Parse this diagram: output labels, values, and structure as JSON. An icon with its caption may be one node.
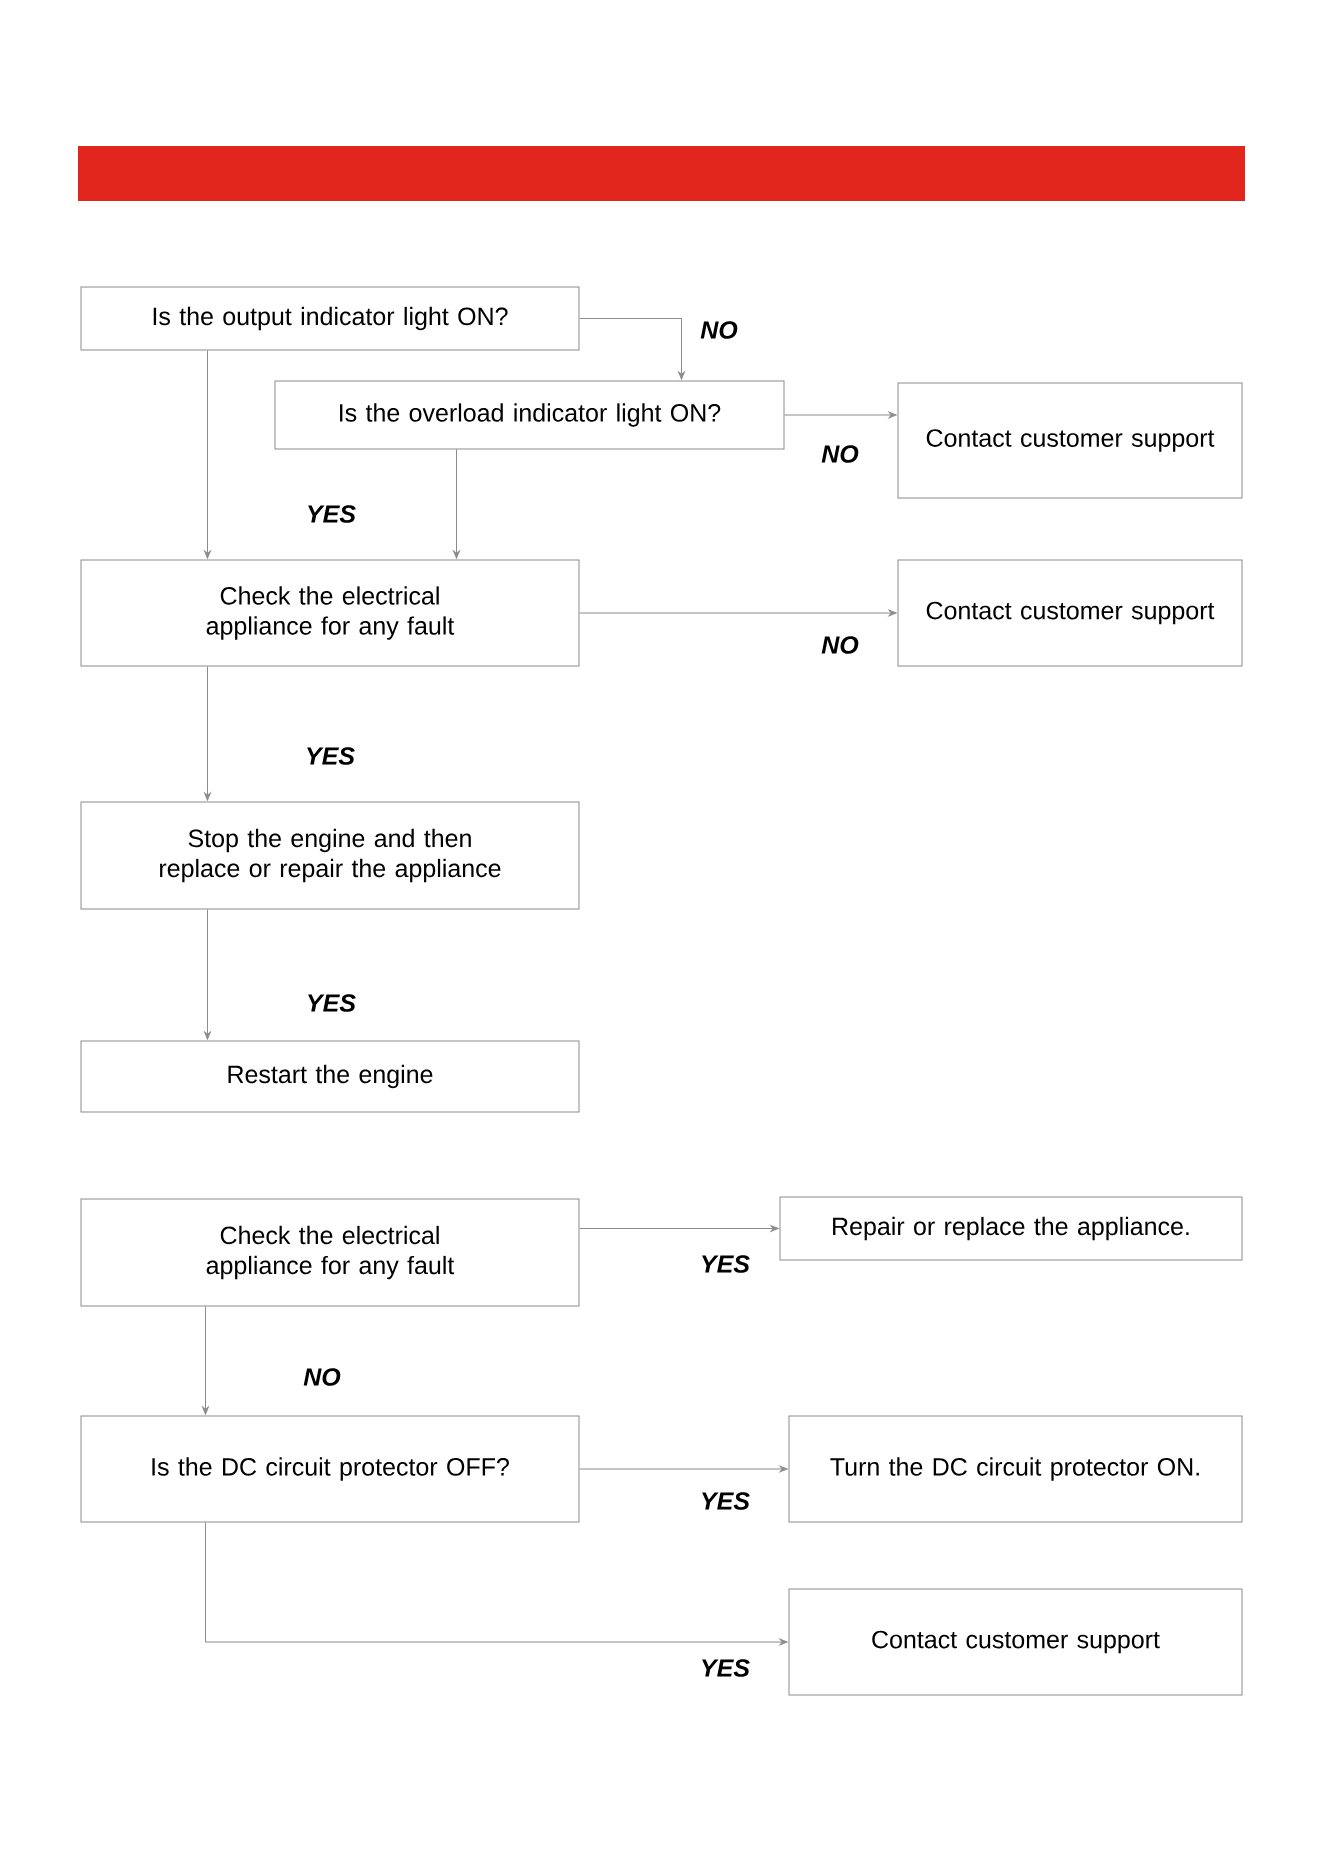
{
  "diagram": {
    "nodes": [
      {
        "text": [
          "Is the output indicator light ON?"
        ]
      },
      {
        "text": [
          "Is the overload indicator light ON?"
        ]
      },
      {
        "text": [
          "Contact customer support"
        ]
      },
      {
        "text": [
          "Check the electrical appliance for any fault"
        ]
      },
      {
        "text": [
          "Contact customer support"
        ]
      },
      {
        "text": [
          "Stop the engine and then replace or repair the appliance"
        ]
      },
      {
        "text": [
          "Restart the engine"
        ]
      },
      {
        "text": [
          "Check the electrical appliance for any fault"
        ]
      },
      {
        "text": [
          "Repair or replace the appliance."
        ]
      },
      {
        "text": [
          "Is the DC circuit protector OFF?"
        ]
      },
      {
        "text": [
          "Turn the DC circuit protector ON."
        ]
      },
      {
        "text": [
          "Contact customer support"
        ]
      }
    ],
    "edges": [
      {
        "from": 0,
        "to": 1,
        "arrow": "to",
        "label": "NO"
      },
      {
        "from": 1,
        "to": 2,
        "arrow": "to",
        "label": "NO"
      },
      {
        "from": 0,
        "to": 3,
        "arrow": "to"
      },
      {
        "from": 1,
        "to": 3,
        "arrow": "to",
        "label": "YES"
      },
      {
        "from": 3,
        "to": 4,
        "arrow": "to",
        "label": "NO"
      },
      {
        "from": 3,
        "to": 5,
        "arrow": "to",
        "label": "YES"
      },
      {
        "from": 5,
        "to": 6,
        "arrow": "to",
        "label": "YES"
      },
      {
        "from": 7,
        "to": 8,
        "arrow": "to",
        "label": "YES"
      },
      {
        "from": 7,
        "to": 9,
        "arrow": "to",
        "label": "NO"
      },
      {
        "from": 9,
        "to": 10,
        "arrow": "to",
        "label": "YES"
      },
      {
        "from": 9,
        "to": 11,
        "arrow": "to",
        "label": "YES"
      }
    ]
  }
}
